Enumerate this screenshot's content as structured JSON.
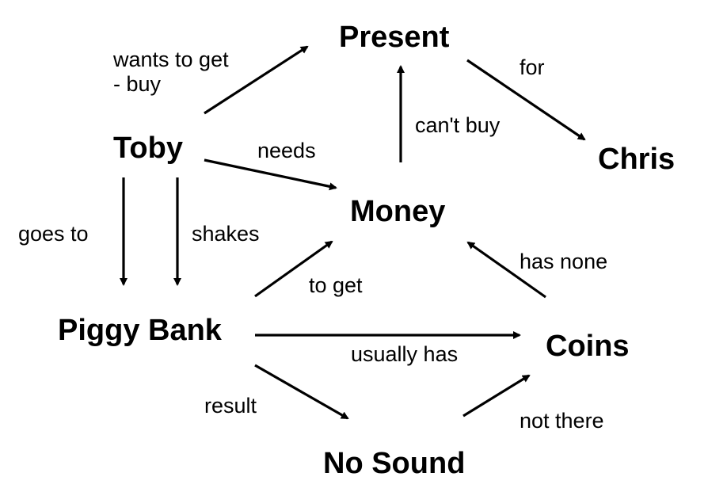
{
  "nodes": {
    "toby": "Toby",
    "present": "Present",
    "chris": "Chris",
    "money": "Money",
    "piggy_bank": "Piggy Bank",
    "coins": "Coins",
    "no_sound": "No Sound"
  },
  "edges": {
    "toby_present_line1": "wants to get",
    "toby_present_line2": "- buy",
    "present_chris": "for",
    "money_present": "can't buy",
    "toby_money": "needs",
    "toby_piggy_goes": "goes to",
    "toby_piggy_shakes": "shakes",
    "piggy_money": "to get",
    "coins_money": "has none",
    "piggy_coins": "usually has",
    "piggy_nosound": "result",
    "nosound_coins": "not there"
  },
  "colors": {
    "ink": "#000000",
    "background": "#ffffff"
  }
}
